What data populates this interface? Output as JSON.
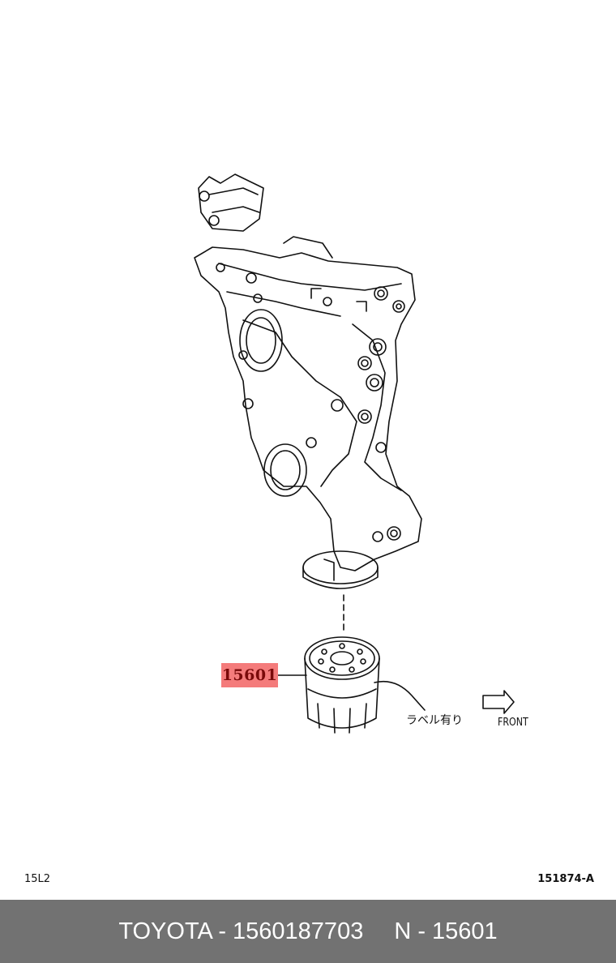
{
  "part_callout": {
    "number": "15601"
  },
  "notes": {
    "label_jp": "ラベル有り",
    "front": "FRONT"
  },
  "corners": {
    "left_code": "15L2",
    "right_code": "151874-A"
  },
  "footer": {
    "brand_part": "TOYOTA - 1560187703",
    "ref": "N - 15601"
  },
  "colors": {
    "callout_bg": "#f47b7b",
    "footer_bg": "#727272"
  }
}
